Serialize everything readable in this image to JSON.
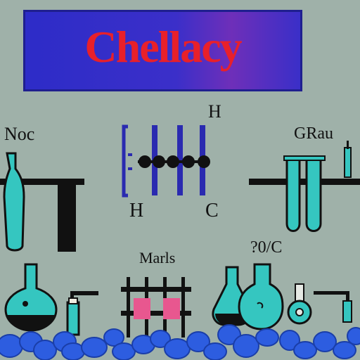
{
  "banner": {
    "title": "Chellacy"
  },
  "labels": {
    "top_left": "Noc",
    "top_right": "GRau",
    "molecule_top": "H",
    "molecule_left": "H",
    "molecule_right": "C",
    "bottom_center": "Marls",
    "bottom_right": "?0/C"
  },
  "colors": {
    "background": "#9fb1a9",
    "banner": "#2d2cc8",
    "title": "#e8202a",
    "glass": "#35c6c0",
    "bubbles": "#2d5de0",
    "accent_pink": "#e8578f"
  }
}
